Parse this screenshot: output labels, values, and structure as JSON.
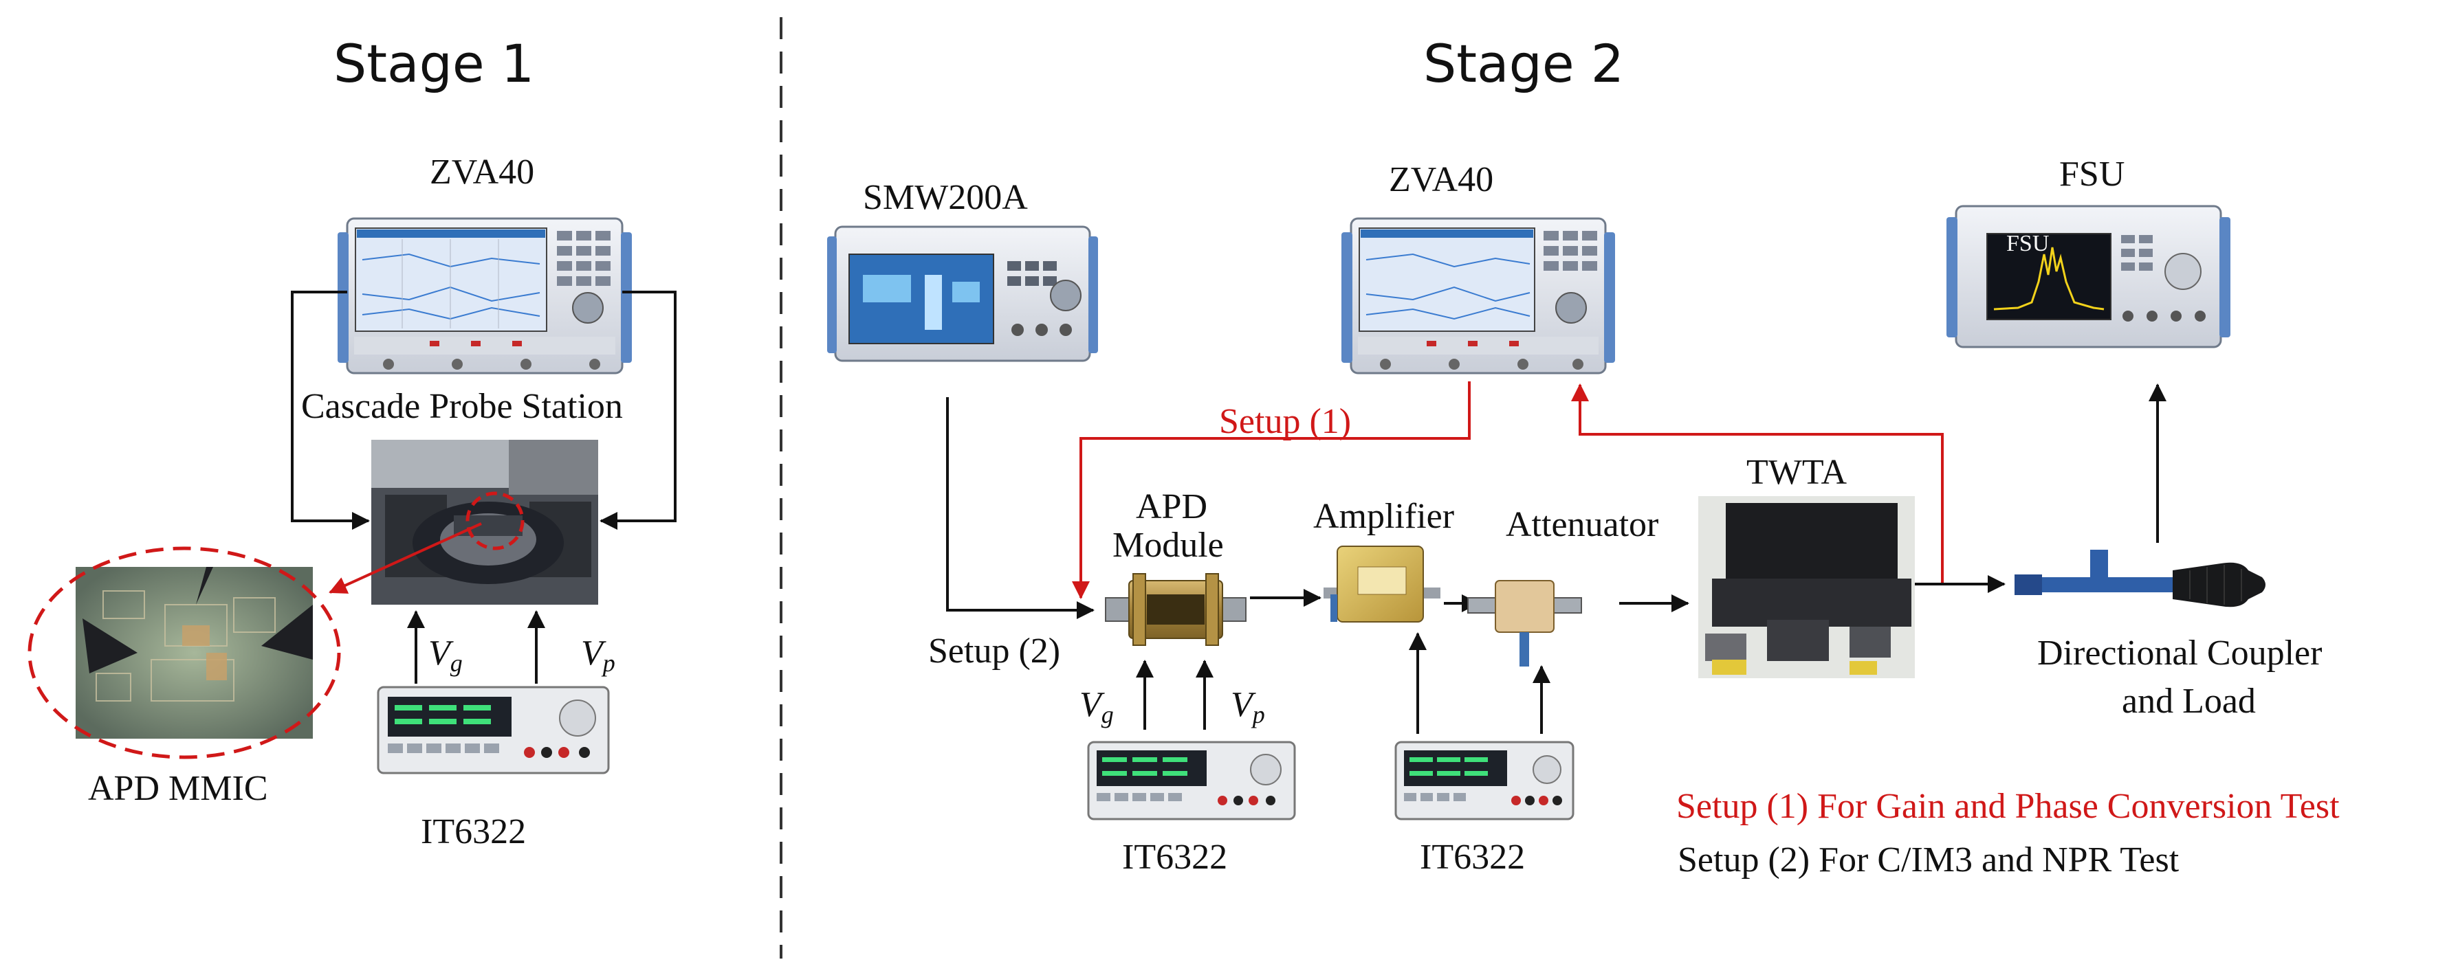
{
  "stage1": {
    "title": "Stage 1",
    "zva_label": "ZVA40",
    "probe_station_label": "Cascade Probe Station",
    "mmic_label": "APD MMIC",
    "supply_label": "IT6322",
    "vg": {
      "base": "V",
      "sub": "g"
    },
    "vp": {
      "base": "V",
      "sub": "p"
    }
  },
  "stage2": {
    "title": "Stage 2",
    "smw_label": "SMW200A",
    "zva_label": "ZVA40",
    "fsu_label": "FSU",
    "fsu_screen_text": "FSU",
    "setup1_label": "Setup (1)",
    "setup2_label": "Setup (2)",
    "apd_label_line1": "APD",
    "apd_label_line2": "Module",
    "amplifier_label": "Amplifier",
    "attenuator_label": "Attenuator",
    "twta_label": "TWTA",
    "coupler_label_line1": "Directional Coupler",
    "coupler_label_line2": "and Load",
    "supply1_label": "IT6322",
    "supply2_label": "IT6322",
    "vg": {
      "base": "V",
      "sub": "g"
    },
    "vp": {
      "base": "V",
      "sub": "p"
    }
  },
  "legend": {
    "setup1_text": "Setup (1) For Gain and Phase Conversion Test",
    "setup2_text": "Setup (2) For C/IM3 and NPR Test"
  },
  "colors": {
    "setup1": "#d01818",
    "arrow": "#111111",
    "instrument_blue": "#5a86c4",
    "screen_blue": "#2f6fb8"
  }
}
